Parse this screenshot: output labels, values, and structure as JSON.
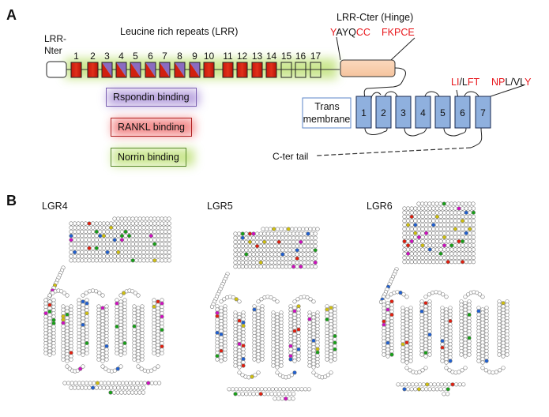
{
  "panel_a": {
    "letter": "A",
    "nter_label_1": "LRR-",
    "nter_label_2": "Nter",
    "lrr_title": "Leucine rich repeats (LRR)",
    "hinge_title": "LRR-Cter (Hinge)",
    "hinge_motif_1": [
      {
        "t": "Y",
        "c": "red"
      },
      {
        "t": "AYQ",
        "c": "black"
      },
      {
        "t": "CC",
        "c": "red"
      }
    ],
    "hinge_motif_2": [
      {
        "t": "FK",
        "c": "red"
      },
      {
        "t": "PCE",
        "c": "red"
      }
    ],
    "lrr_repeats": [
      {
        "n": "1",
        "type": "rankl"
      },
      {
        "n": "2",
        "type": "rankl"
      },
      {
        "n": "3",
        "type": "both"
      },
      {
        "n": "4",
        "type": "both"
      },
      {
        "n": "5",
        "type": "both"
      },
      {
        "n": "6",
        "type": "both"
      },
      {
        "n": "7",
        "type": "both"
      },
      {
        "n": "8",
        "type": "both"
      },
      {
        "n": "9",
        "type": "both"
      },
      {
        "n": "10",
        "type": "rankl"
      },
      {
        "n": "11",
        "type": "rankl"
      },
      {
        "n": "12",
        "type": "rankl"
      },
      {
        "n": "13",
        "type": "rankl"
      },
      {
        "n": "14",
        "type": "rankl"
      },
      {
        "n": "15",
        "type": "empty"
      },
      {
        "n": "16",
        "type": "empty"
      },
      {
        "n": "17",
        "type": "empty"
      }
    ],
    "tm_label_1": "Trans",
    "tm_label_2": "membrane",
    "tm_segments": [
      "1",
      "2",
      "3",
      "4",
      "5",
      "6",
      "7"
    ],
    "tm6_motif": [
      {
        "t": "LI",
        "c": "red"
      },
      {
        "t": "/L",
        "c": "black"
      },
      {
        "t": "FT",
        "c": "red"
      }
    ],
    "tm7_motif": [
      {
        "t": "NP",
        "c": "red"
      },
      {
        "t": "L/VL",
        "c": "black"
      },
      {
        "t": "Y",
        "c": "red"
      }
    ],
    "cter_label": "C-ter tail",
    "legend": {
      "rspondin": "Rspondin binding",
      "rankl": "RANKL binding",
      "norrin": "Norrin binding"
    },
    "colors": {
      "rankl_red": "#d1200f",
      "rspondin_purple": "#8a6bc0",
      "norrin_green": "#c8e58a",
      "hinge_fill": "#f9cfae",
      "tm_fill": "#8fb0de",
      "motif_red": "#e8161b"
    }
  },
  "panel_b": {
    "letter": "B",
    "proteins": [
      {
        "name": "LGR4"
      },
      {
        "name": "LGR5"
      },
      {
        "name": "LGR6"
      }
    ],
    "residue_colors": [
      "#2060d0",
      "#18a018",
      "#d0c010",
      "#d010c0",
      "#e02010"
    ]
  }
}
